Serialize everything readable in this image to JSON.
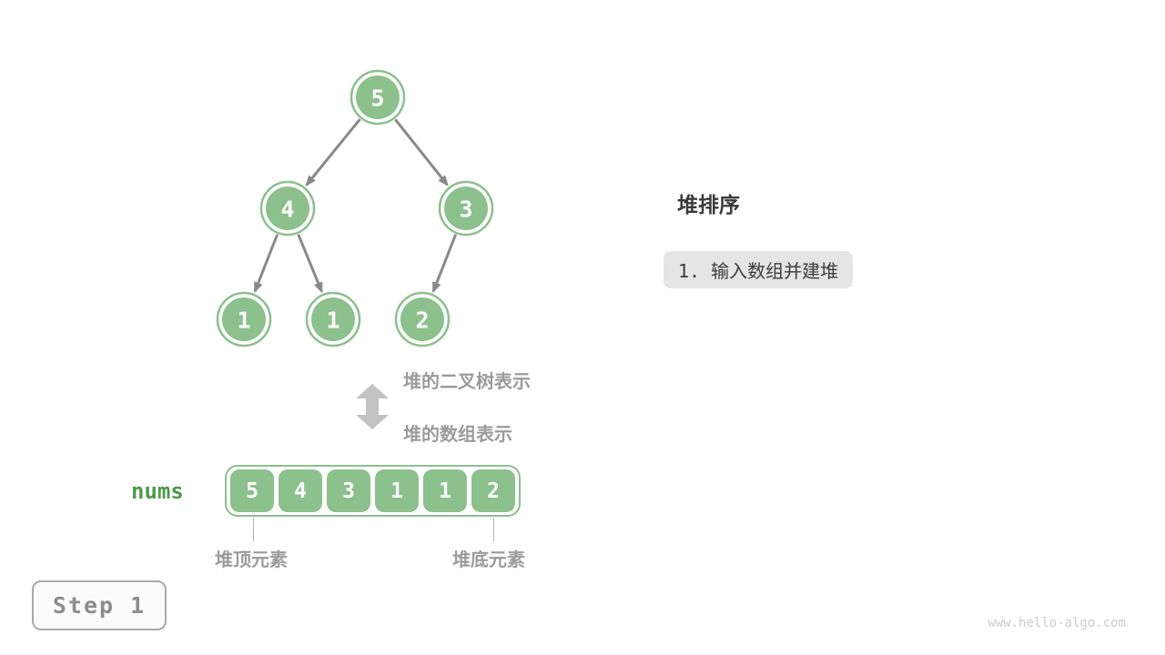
{
  "page": {
    "watermark": "www.hello-algo.com"
  },
  "colors": {
    "node_green": "#8CC08C",
    "nums_green": "#4C9A4C",
    "edge_gray": "#898989",
    "label_gray": "#9B9B9B",
    "updown_arrow_gray": "#C2C2C2",
    "desc_box_bg": "#E5E5E5",
    "dark_text": "#3A3A3A"
  },
  "heap": {
    "values": [
      5,
      4,
      3,
      1,
      1,
      2
    ],
    "tree_representation_label": "堆的二叉树表示",
    "array_representation_label": "堆的数组表示"
  },
  "array": {
    "name": "nums",
    "values": [
      5,
      4,
      3,
      1,
      1,
      2
    ],
    "top_label": "堆顶元素",
    "bottom_label": "堆底元素"
  },
  "panel": {
    "title": "堆排序",
    "step_description": "1. 输入数组并建堆"
  },
  "footer": {
    "step_badge": "Step 1"
  }
}
